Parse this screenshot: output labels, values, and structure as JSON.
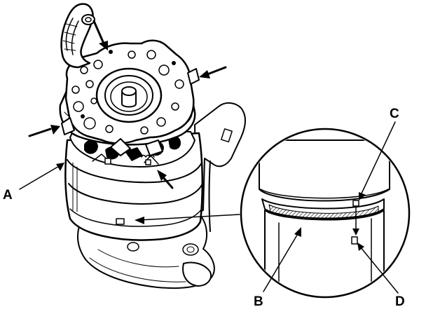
{
  "callouts": {
    "a": "A",
    "b": "B",
    "c": "C",
    "d": "D"
  },
  "colors": {
    "line": "#000000",
    "background": "#ffffff"
  },
  "icons": [
    "wire-harness",
    "brush-holder-plate",
    "armature-shaft",
    "mounting-bracket",
    "detail-magnifier-circle",
    "indicator-arrow"
  ]
}
